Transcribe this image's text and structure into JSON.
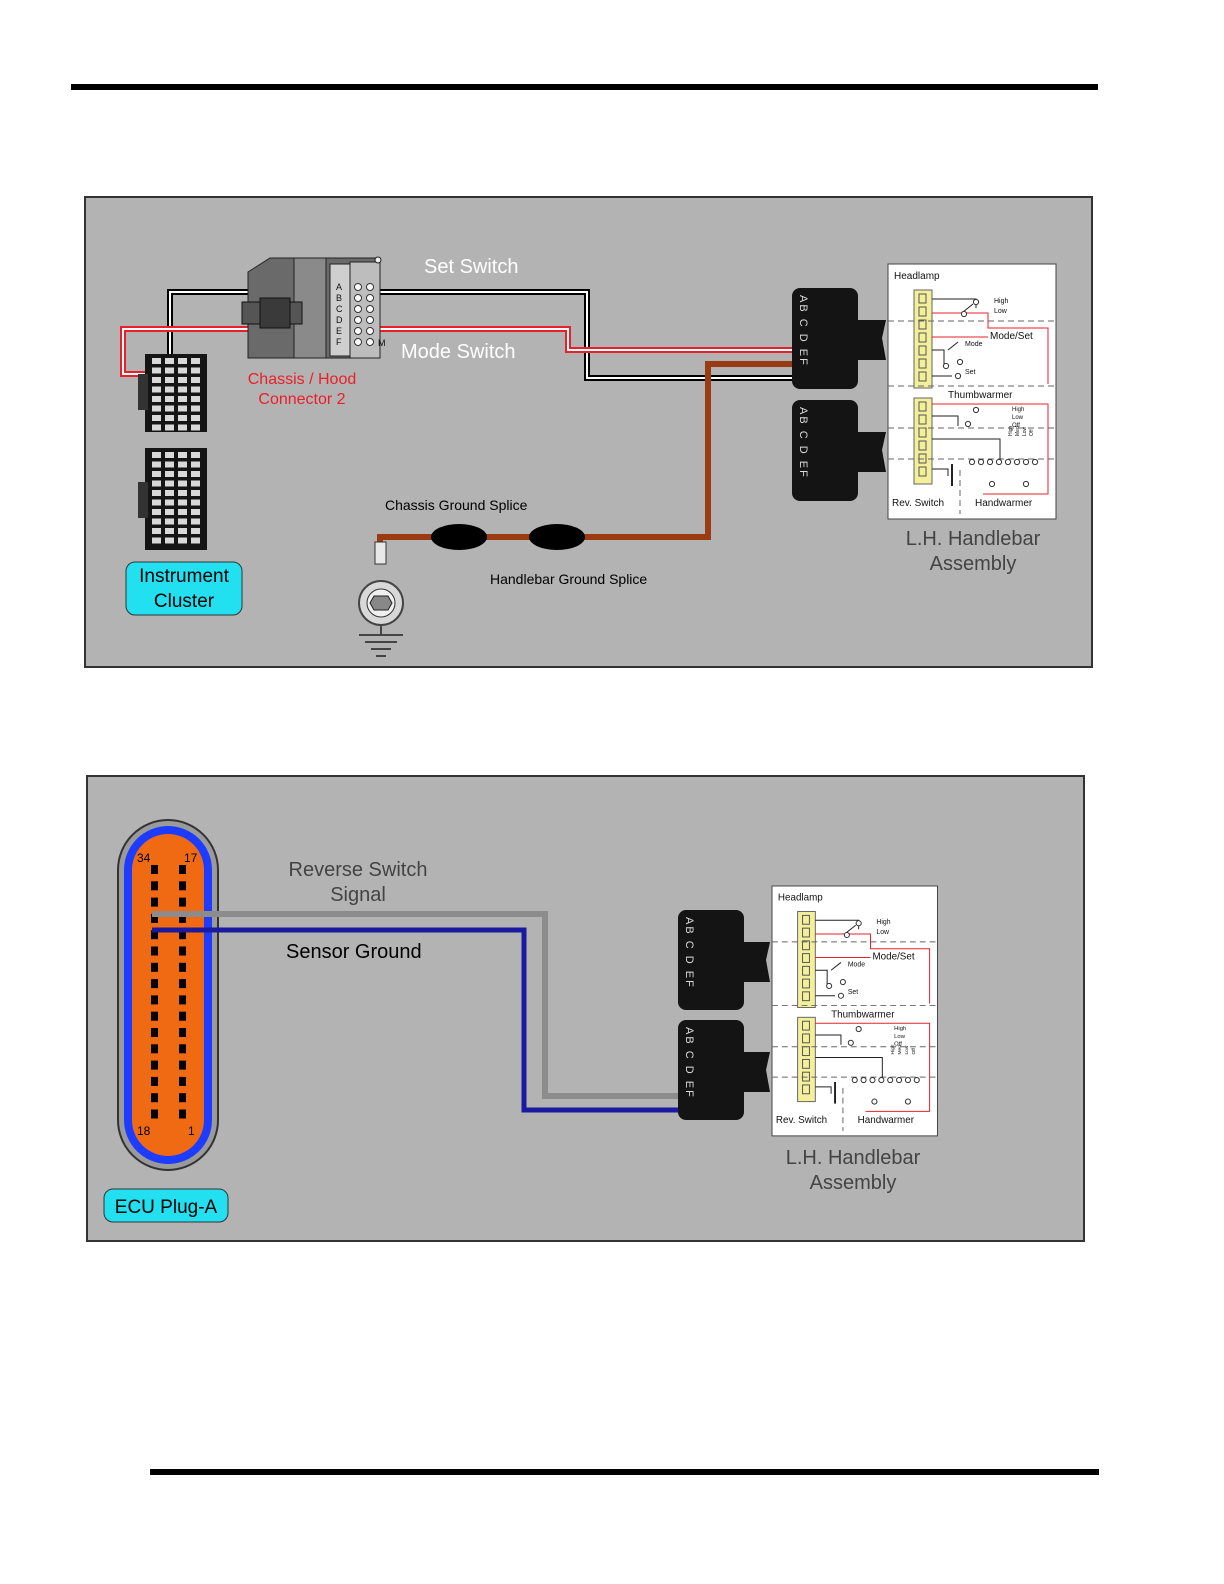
{
  "colors": {
    "panel_bg": "#b3b3b3",
    "wire_black": "#000000",
    "wire_white": "#ffffff",
    "wire_red": "#e8202a",
    "wire_brown": "#9b3b12",
    "wire_grey": "#8c8c8c",
    "wire_blue": "#1a1aa0",
    "ecu_body": "#f06a14",
    "ecu_ring": "#1e3cff",
    "label_box": "#22e0f0",
    "switch_yellow": "#f4ef9a"
  },
  "diagram1": {
    "wire_labels": {
      "set_switch": "Set Switch",
      "mode_switch": "Mode Switch"
    },
    "chassis_connector_label": [
      "Chassis / Hood",
      "Connector 2"
    ],
    "connector_pins": [
      "A",
      "B",
      "C",
      "D",
      "E",
      "F"
    ],
    "connector_pin_m": "M",
    "instrument_cluster_label": [
      "Instrument",
      "Cluster"
    ],
    "chassis_ground_splice": "Chassis Ground Splice",
    "handlebar_ground_splice": "Handlebar Ground Splice",
    "plug_pins": "AB C D EF",
    "assembly_label": [
      "L.H. Handlebar",
      "Assembly"
    ]
  },
  "diagram2": {
    "reverse_switch_signal": [
      "Reverse Switch",
      "Signal"
    ],
    "sensor_ground": "Sensor Ground",
    "ecu_pins": {
      "top_left": "34",
      "top_right": "17",
      "bottom_left": "18",
      "bottom_right": "1"
    },
    "ecu_label": "ECU Plug-A",
    "plug_pins": "AB C D EF",
    "assembly_label": [
      "L.H. Handlebar",
      "Assembly"
    ]
  },
  "switch_box": {
    "headlamp": "Headlamp",
    "high": "High",
    "low": "Low",
    "mode_set": "Mode/Set",
    "mode": "Mode",
    "set": "Set",
    "thumbwarmer": "Thumbwarmer",
    "tw_high": "High",
    "tw_low": "Low",
    "tw_off": "Off",
    "hw_levels": [
      "High",
      "Med",
      "Low",
      "Off"
    ],
    "rev_switch": "Rev. Switch",
    "handwarmer": "Handwarmer"
  }
}
